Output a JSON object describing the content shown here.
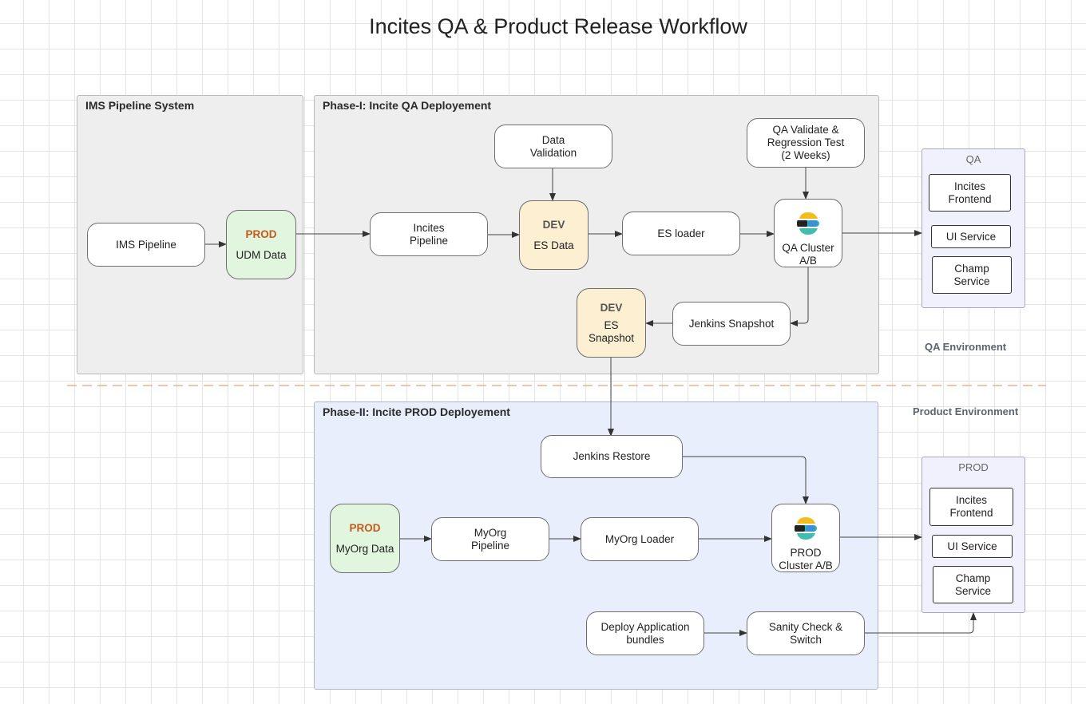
{
  "title": "Incites QA & Product Release Workflow",
  "groups": {
    "ims": "IMS  Pipeline System",
    "phase1": "Phase-I: Incite QA Deployement",
    "phase2": "Phase-II: Incite PROD Deployement"
  },
  "nodes": {
    "ims_pipeline": "IMS Pipeline",
    "udm_tag": "PROD",
    "udm_label": "UDM Data",
    "incites_pipeline": "Incites\nPipeline",
    "data_validation": "Data\nValidation",
    "es_data_tag": "DEV",
    "es_data_label": "ES Data",
    "es_loader": "ES loader",
    "qa_validate": "QA Validate &\nRegression Test\n(2 Weeks)",
    "qa_cluster": "QA Cluster\nA/B",
    "jenkins_snapshot": "Jenkins Snapshot",
    "es_snapshot_tag": "DEV",
    "es_snapshot_label": "ES\nSnapshot",
    "jenkins_restore": "Jenkins Restore",
    "myorg_data_tag": "PROD",
    "myorg_data_label": "MyOrg Data",
    "myorg_pipeline": "MyOrg\nPipeline",
    "myorg_loader": "MyOrg Loader",
    "prod_cluster": "PROD\nCluster A/B",
    "deploy_bundles": "Deploy Application\nbundles",
    "sanity_check": "Sanity Check &\nSwitch"
  },
  "qa_env": {
    "title": "QA",
    "services": [
      "Incites\nFrontend",
      "UI Service",
      "Champ\nService"
    ],
    "label": "QA Environment"
  },
  "prod_env": {
    "title": "PROD",
    "services": [
      "Incites\nFrontend",
      "UI Service",
      "Champ\nService"
    ],
    "label": "Product Environment"
  },
  "colors": {
    "divider": "#e4a37a",
    "prod_tag": "#c45a1c",
    "prod_data_fill": "#e2f5df",
    "dev_data_fill": "#fcefd2",
    "env_fill": "#f1f0fd",
    "phase2_fill": "#e8eefb"
  },
  "icons": [
    "elasticsearch-icon"
  ]
}
